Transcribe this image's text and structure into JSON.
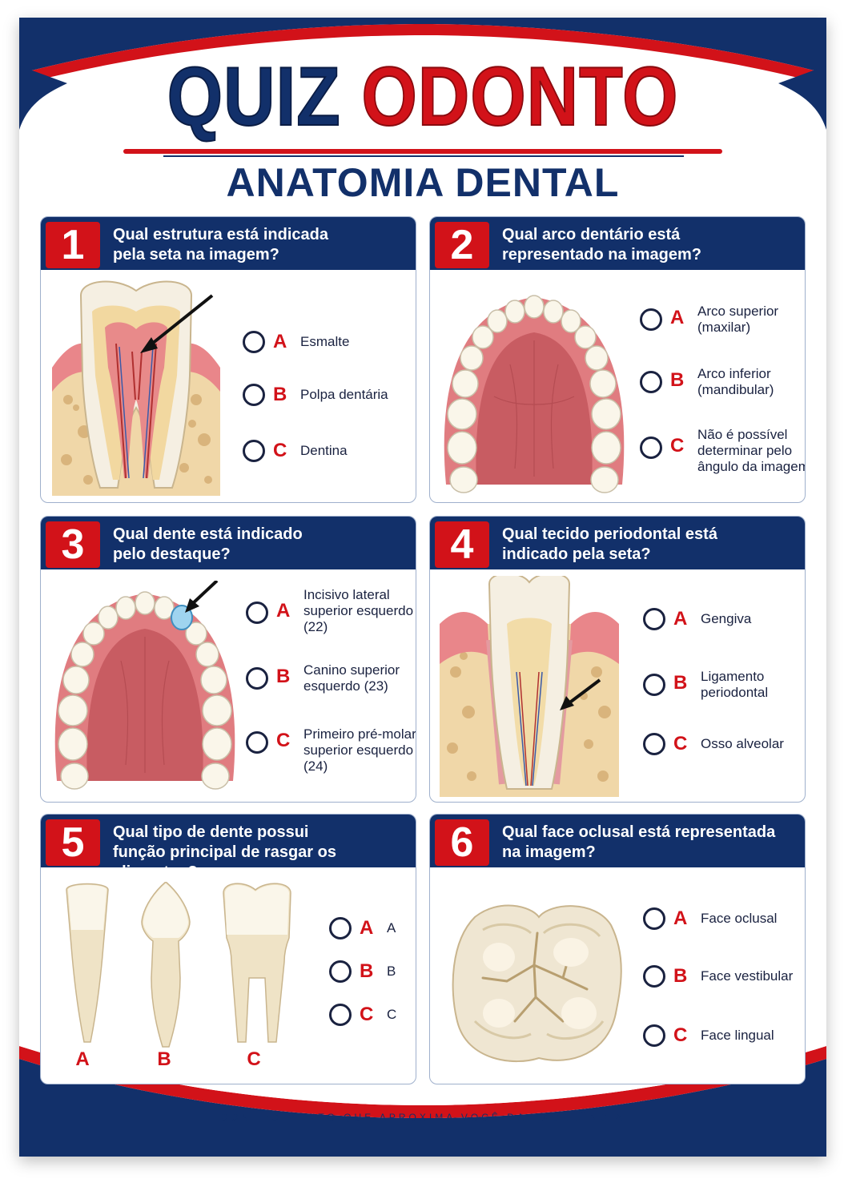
{
  "header": {
    "title_part1": "QUIZ",
    "title_part2": "ODONTO",
    "subtitle": "ANATOMIA DENTAL"
  },
  "colors": {
    "navy": "#12306a",
    "red": "#d21219",
    "card_border": "#9fb0cc"
  },
  "questions": [
    {
      "number": "1",
      "lines": [
        "Qual estrutura está indicada",
        "pela seta na imagem?"
      ],
      "illustration": "tooth-cross-section-icon",
      "options": [
        {
          "letter": "A",
          "lines": [
            "Esmalte"
          ]
        },
        {
          "letter": "B",
          "lines": [
            "Polpa dentária"
          ]
        },
        {
          "letter": "C",
          "lines": [
            "Dentina"
          ]
        }
      ]
    },
    {
      "number": "2",
      "lines": [
        "Qual arco dentário está",
        "representado na imagem?"
      ],
      "illustration": "dental-arch-icon",
      "options": [
        {
          "letter": "A",
          "lines": [
            "Arco superior",
            "(maxilar)"
          ]
        },
        {
          "letter": "B",
          "lines": [
            "Arco inferior",
            "(mandibular)"
          ]
        },
        {
          "letter": "C",
          "lines": [
            "Não é possível",
            "determinar pelo",
            "ângulo da imagem"
          ]
        }
      ]
    },
    {
      "number": "3",
      "lines": [
        "Qual dente está indicado",
        "pelo destaque?"
      ],
      "illustration": "dental-arch-highlight-icon",
      "options": [
        {
          "letter": "A",
          "lines": [
            "Incisivo lateral",
            "superior esquerdo",
            "(22)"
          ]
        },
        {
          "letter": "B",
          "lines": [
            "Canino superior",
            "esquerdo (23)"
          ]
        },
        {
          "letter": "C",
          "lines": [
            "Primeiro pré-molar",
            "superior esquerdo",
            "(24)"
          ]
        }
      ]
    },
    {
      "number": "4",
      "lines": [
        "Qual tecido periodontal está",
        "indicado pela seta?"
      ],
      "illustration": "periodontal-section-icon",
      "options": [
        {
          "letter": "A",
          "lines": [
            "Gengiva"
          ]
        },
        {
          "letter": "B",
          "lines": [
            "Ligamento",
            "periodontal"
          ]
        },
        {
          "letter": "C",
          "lines": [
            "Osso alveolar"
          ]
        }
      ]
    },
    {
      "number": "5",
      "lines": [
        "Qual tipo de dente possui",
        "função principal de rasgar os alimentos?"
      ],
      "illustration": "three-teeth-icon",
      "tooth_labels": [
        "A",
        "B",
        "C"
      ],
      "options": [
        {
          "letter": "A",
          "lines": [
            "A"
          ]
        },
        {
          "letter": "B",
          "lines": [
            "B"
          ]
        },
        {
          "letter": "C",
          "lines": [
            "C"
          ]
        }
      ]
    },
    {
      "number": "6",
      "lines": [
        "Qual face oclusal está representada",
        "na imagem?"
      ],
      "illustration": "molar-occlusal-icon",
      "options": [
        {
          "letter": "A",
          "lines": [
            "Face oclusal"
          ]
        },
        {
          "letter": "B",
          "lines": [
            "Face vestibular"
          ]
        },
        {
          "letter": "C",
          "lines": [
            "Face lingual"
          ]
        }
      ]
    }
  ],
  "footer": {
    "tagline": "CONHECIMENTO QUE APROXIMA VOCÊ DA EXCELÊNCIA"
  }
}
